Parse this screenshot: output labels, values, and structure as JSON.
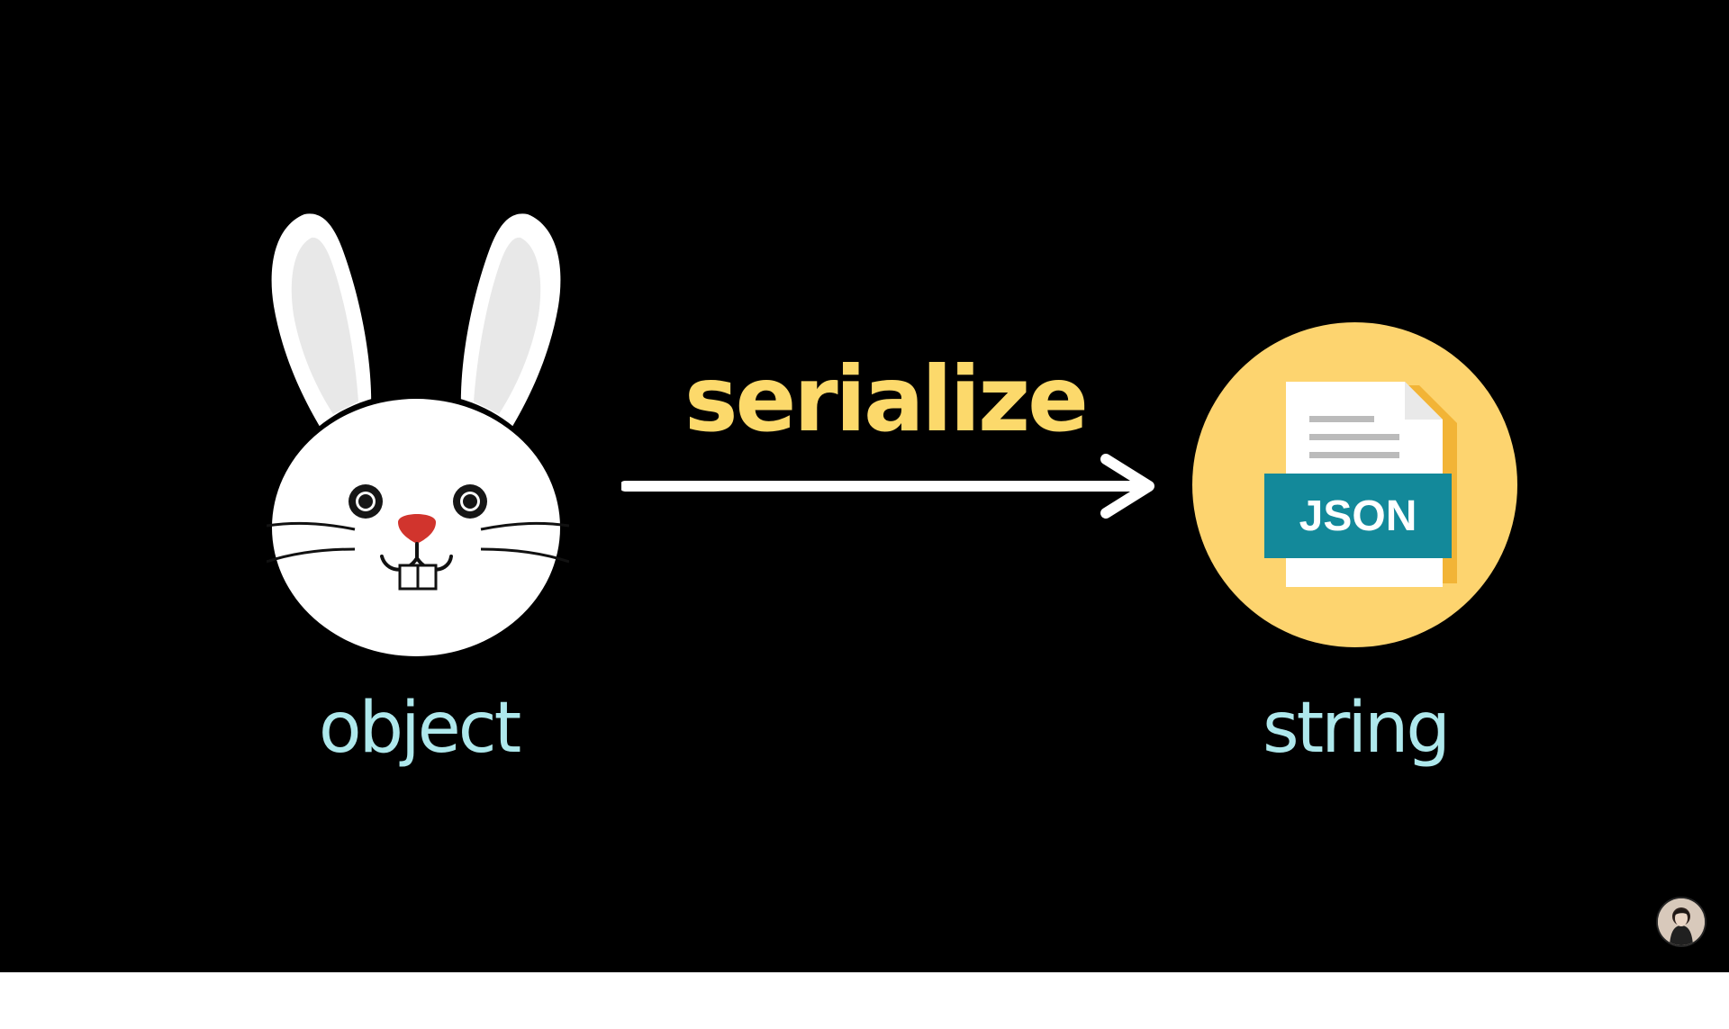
{
  "diagram": {
    "left_label": "object",
    "arrow_label": "serialize",
    "right_label": "string",
    "json_badge_text": "JSON"
  },
  "icons": {
    "left": "rabbit-head-icon",
    "right": "json-file-icon",
    "arrow": "right-arrow-icon",
    "presenter": "presenter-avatar-icon"
  },
  "colors": {
    "background": "#000000",
    "arrow_label": "#fcd96b",
    "node_label": "#aee8ec",
    "json_circle": "#fdd46f",
    "json_banner": "#13899a"
  }
}
